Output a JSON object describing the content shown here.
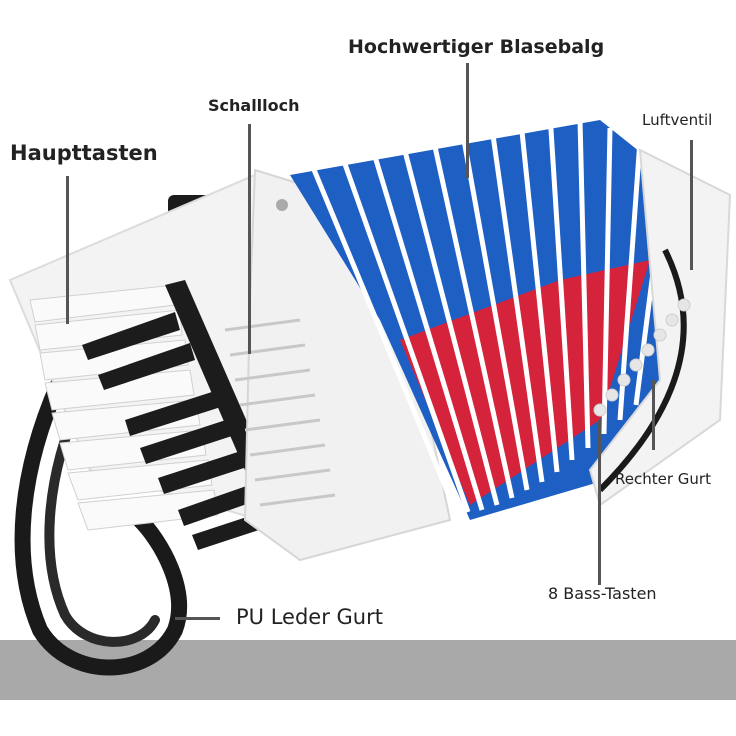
{
  "labels": {
    "bellows": "Hochwertiger Blasebalg",
    "sound_hole": "Schallloch",
    "main_keys": "Haupttasten",
    "air_valve": "Luftventil",
    "right_strap": "Rechter Gurt",
    "bass_keys": "8 Bass-Tasten",
    "pu_strap": "PU Leder Gurt"
  },
  "colors": {
    "body": "#f4f4f4",
    "bellows_blue": "#1e5fc4",
    "bellows_red": "#d4233a",
    "black_keys": "#1c1c1c",
    "strap": "#1a1a1a",
    "floor": "#a9a9a9"
  }
}
